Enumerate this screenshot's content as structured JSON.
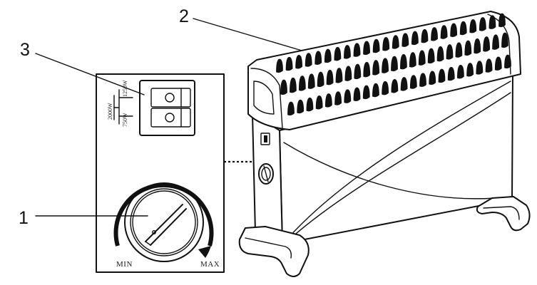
{
  "callouts": [
    {
      "num": "1",
      "target": "thermostat dial"
    },
    {
      "num": "2",
      "target": "heater body"
    },
    {
      "num": "3",
      "target": "power switches"
    }
  ],
  "dial": {
    "min_label": "MIN",
    "max_label": "MAX"
  },
  "switch_labels": {
    "high": "2000W",
    "mid": "1250W",
    "low": "750W"
  },
  "icons": {
    "heater": "convector-heater-icon",
    "dial": "knob-icon",
    "switch": "rocker-switch-icon"
  }
}
